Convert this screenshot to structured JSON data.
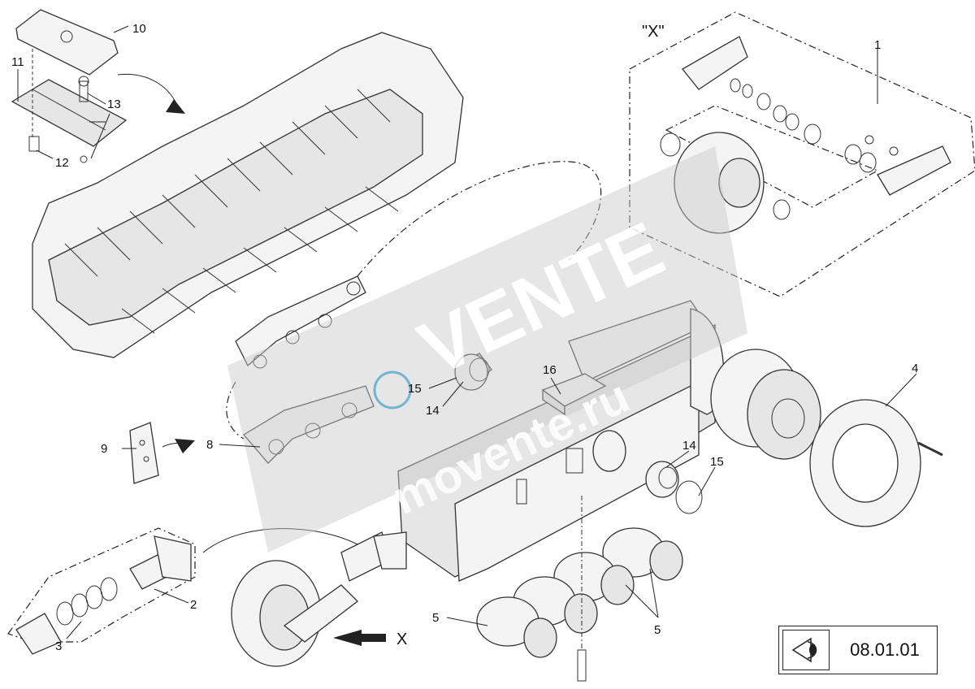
{
  "view_label": "\"X\"",
  "page_code": "08.01.01",
  "arrow_label": "X",
  "watermark": {
    "line1": "VENTE",
    "line2": "movente.ru"
  },
  "callouts": [
    "1",
    "2",
    "3",
    "4",
    "5",
    "5",
    "8",
    "9",
    "10",
    "11",
    "12",
    "13",
    "14",
    "14",
    "15",
    "15",
    "16"
  ],
  "icons": {
    "eye": "eye-view-icon",
    "arrow": "view-direction-arrow-icon"
  }
}
